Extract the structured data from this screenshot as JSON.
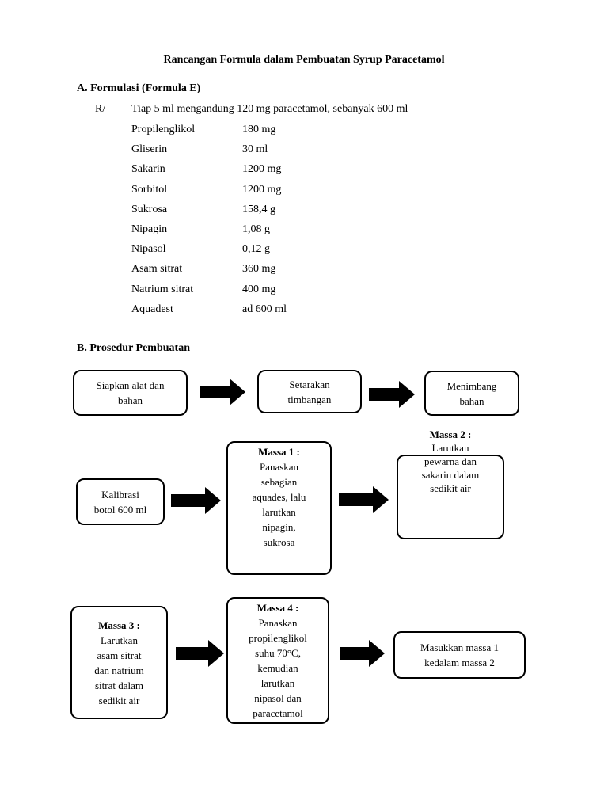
{
  "title": "Rancangan Formula dalam Pembuatan Syrup Paracetamol",
  "section_a": {
    "heading": "A. Formulasi (Formula E)",
    "recipe_marker": "R/",
    "recipe_intro": "Tiap 5 ml mengandung 120 mg paracetamol, sebanyak 600 ml",
    "ingredients": [
      {
        "name": "Propilenglikol",
        "amount": "180 mg"
      },
      {
        "name": "Gliserin",
        "amount": "30 ml"
      },
      {
        "name": "Sakarin",
        "amount": "1200 mg"
      },
      {
        "name": "Sorbitol",
        "amount": "1200 mg"
      },
      {
        "name": "Sukrosa",
        "amount": "158,4 g"
      },
      {
        "name": "Nipagin",
        "amount": "1,08 g"
      },
      {
        "name": "Nipasol",
        "amount": "0,12 g"
      },
      {
        "name": "Asam sitrat",
        "amount": "360 mg"
      },
      {
        "name": "Natrium sitrat",
        "amount": "400 mg"
      },
      {
        "name": "Aquadest",
        "amount": "ad 600 ml"
      }
    ]
  },
  "section_b": {
    "heading": "B. Prosedur Pembuatan",
    "steps": {
      "siapkan": {
        "text": [
          "Siapkan alat dan",
          "bahan"
        ]
      },
      "setarakan": {
        "text": [
          "Setarakan",
          "timbangan"
        ]
      },
      "menimbang": {
        "text": [
          "Menimbang",
          "bahan"
        ]
      },
      "kalibrasi": {
        "text": [
          "Kalibrasi",
          "botol 600 ml"
        ]
      },
      "massa1": {
        "label": "Massa 1 :",
        "text": [
          "Panaskan",
          "sebagian",
          "aquades, lalu",
          "larutkan",
          "nipagin,",
          "sukrosa"
        ]
      },
      "massa2": {
        "label": "Massa 2 :",
        "text": [
          "Larutkan",
          "pewarna dan",
          "sakarin dalam",
          "sedikit air"
        ]
      },
      "massa3": {
        "label": "Massa 3 :",
        "text": [
          "Larutkan",
          "asam sitrat",
          "dan natrium",
          "sitrat dalam",
          "sedikit air"
        ]
      },
      "massa4": {
        "label": "Massa 4 :",
        "text": [
          "Panaskan",
          "propilenglikol",
          "suhu 70°C,",
          "kemudian",
          "larutkan",
          "nipasol dan",
          "paracetamol"
        ]
      },
      "masukkan": {
        "text": [
          "Masukkan massa 1",
          "kedalam massa 2"
        ]
      }
    }
  }
}
